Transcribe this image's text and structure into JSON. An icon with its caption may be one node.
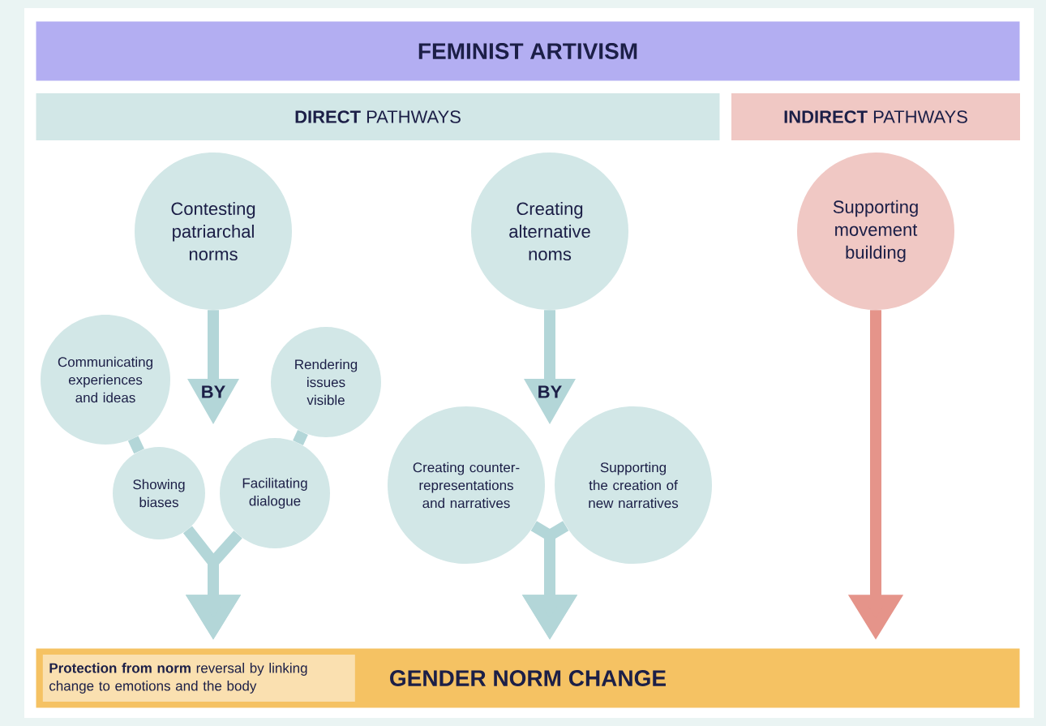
{
  "diagram": {
    "nodes": [
      {
        "text": [
          "FEMINIST ARTIVISM"
        ]
      },
      {
        "text": [
          "**DIRECT** PATHWAYS"
        ]
      },
      {
        "text": [
          "**INDIRECT** PATHWAYS"
        ]
      },
      {
        "text": [
          "Contesting patriarchal norms"
        ]
      },
      {
        "text": [
          "Creating alternative noms"
        ]
      },
      {
        "text": [
          "Supporting movement building"
        ]
      },
      {
        "text": [
          "Communicating experiences and ideas"
        ]
      },
      {
        "text": [
          "Rendering issues visible"
        ]
      },
      {
        "text": [
          "Showing biases"
        ]
      },
      {
        "text": [
          "Facilitating dialogue"
        ]
      },
      {
        "text": [
          "Creating counter-representations and narratives"
        ]
      },
      {
        "text": [
          "Supporting the creation of new narratives"
        ]
      },
      {
        "text": [
          "GENDER NORM CHANGE"
        ]
      },
      {
        "text": [
          "**Protection from norm** reversal by linking change to emotions and the body"
        ],
        "in": 12
      }
    ],
    "edges": [
      {
        "from": 3,
        "to": null,
        "arrow": "to",
        "label": "BY"
      },
      {
        "from": 4,
        "to": null,
        "arrow": "to",
        "label": "BY"
      },
      {
        "from": 6,
        "to": 8,
        "arrow": "none"
      },
      {
        "from": 7,
        "to": 9,
        "arrow": "none"
      },
      {
        "from": 8,
        "to": 12,
        "arrow": "to"
      },
      {
        "from": 9,
        "to": 12,
        "arrow": "to"
      },
      {
        "from": 10,
        "to": 12,
        "arrow": "to"
      },
      {
        "from": 11,
        "to": 12,
        "arrow": "to"
      },
      {
        "from": 5,
        "to": 12,
        "arrow": "to",
        "color": "#e5948a"
      }
    ]
  }
}
